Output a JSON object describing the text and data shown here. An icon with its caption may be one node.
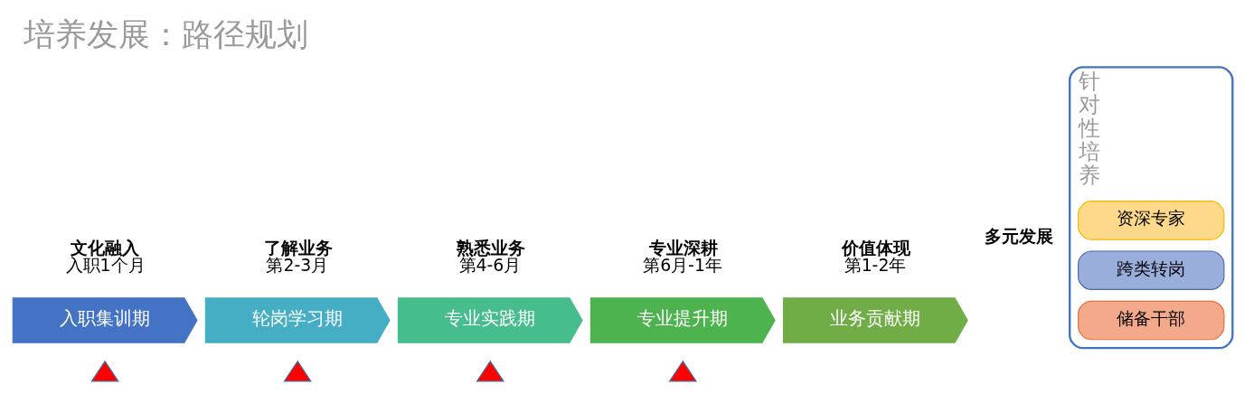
{
  "diagram": {
    "title": "培养发展：路径规划",
    "nodes": [
      {
        "text": [
          "入职集训期"
        ],
        "beside": [
          "文化融入",
          "入职1个月"
        ]
      },
      {
        "text": [
          "轮岗学习期"
        ],
        "beside": [
          "了解业务",
          "第2-3月"
        ]
      },
      {
        "text": [
          "专业实践期"
        ],
        "beside": [
          "熟悉业务",
          "第4-6月"
        ]
      },
      {
        "text": [
          "专业提升期"
        ],
        "beside": [
          "专业深耕",
          "第6月-1年"
        ]
      },
      {
        "text": [
          "业务贡献期"
        ],
        "beside": [
          "价值体现",
          "第1-2年"
        ]
      },
      {
        "text": [],
        "shape": "triangle"
      },
      {
        "text": [],
        "shape": "triangle"
      },
      {
        "text": [],
        "shape": "triangle"
      },
      {
        "text": [],
        "shape": "triangle"
      },
      {
        "text": [
          "针对性培养"
        ],
        "beside": [
          "多元发展"
        ]
      },
      {
        "text": [
          "资深专家"
        ],
        "in": 9
      },
      {
        "text": [
          "储备干部"
        ],
        "in": 9
      },
      {
        "text": [
          "跨类转岗"
        ],
        "in": 9
      }
    ]
  }
}
